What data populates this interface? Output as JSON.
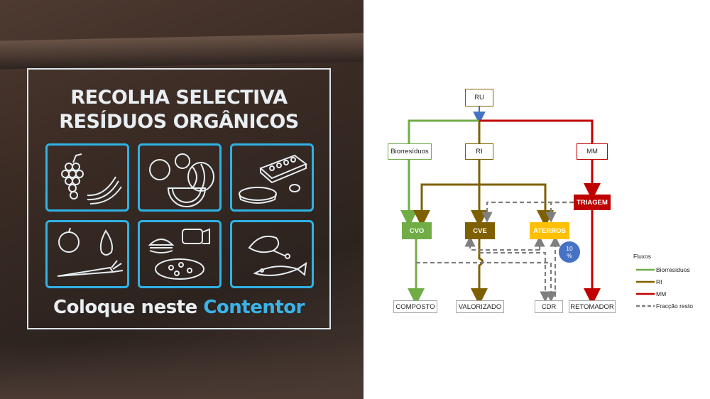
{
  "photo": {
    "title_line1": "RECOLHA SELECTIVA",
    "title_line2": "RESÍDUOS ORGÂNICOS",
    "footer_part1": "Coloque neste",
    "footer_part2": "Contentor",
    "sign_color": "#2fb2e6",
    "tiles": [
      "grapes-banana-icon",
      "fruit-watermelon-icon",
      "eggs-pie-icon",
      "apple-pear-carrot-icon",
      "burger-bread-pizza-icon",
      "meat-fish-icon"
    ]
  },
  "diagram": {
    "nodes": {
      "ru": "RU",
      "biorresiduos": "Biorresíduos",
      "ri": "RI",
      "mm": "MM",
      "triagem": "TRIAGEM",
      "cvo": "CVO",
      "cve": "CVE",
      "aterros": "ATERROS",
      "composto": "COMPOSTO",
      "valorizado": "VALORIZADO",
      "cdr": "CDR",
      "retomador": "RETOMADOR"
    },
    "badge_line1": "10",
    "badge_line2": "%",
    "legend": {
      "title": "Fluxos",
      "items": [
        {
          "label": "Biorresíduos",
          "color": "#70ad47",
          "style": "solid"
        },
        {
          "label": "RI",
          "color": "#7f6000",
          "style": "solid"
        },
        {
          "label": "MM",
          "color": "#c00000",
          "style": "solid"
        },
        {
          "label": "Fracção resto",
          "color": "#7f7f7f",
          "style": "dashed"
        }
      ]
    },
    "colors": {
      "green": "#70ad47",
      "brown": "#7f6000",
      "red": "#c00000",
      "grey": "#7f7f7f",
      "blue": "#4472c4",
      "cvo_fill": "#70ad47",
      "cve_fill": "#7f6000",
      "aterros_fill": "#ffc000",
      "triagem_fill": "#c00000"
    }
  }
}
